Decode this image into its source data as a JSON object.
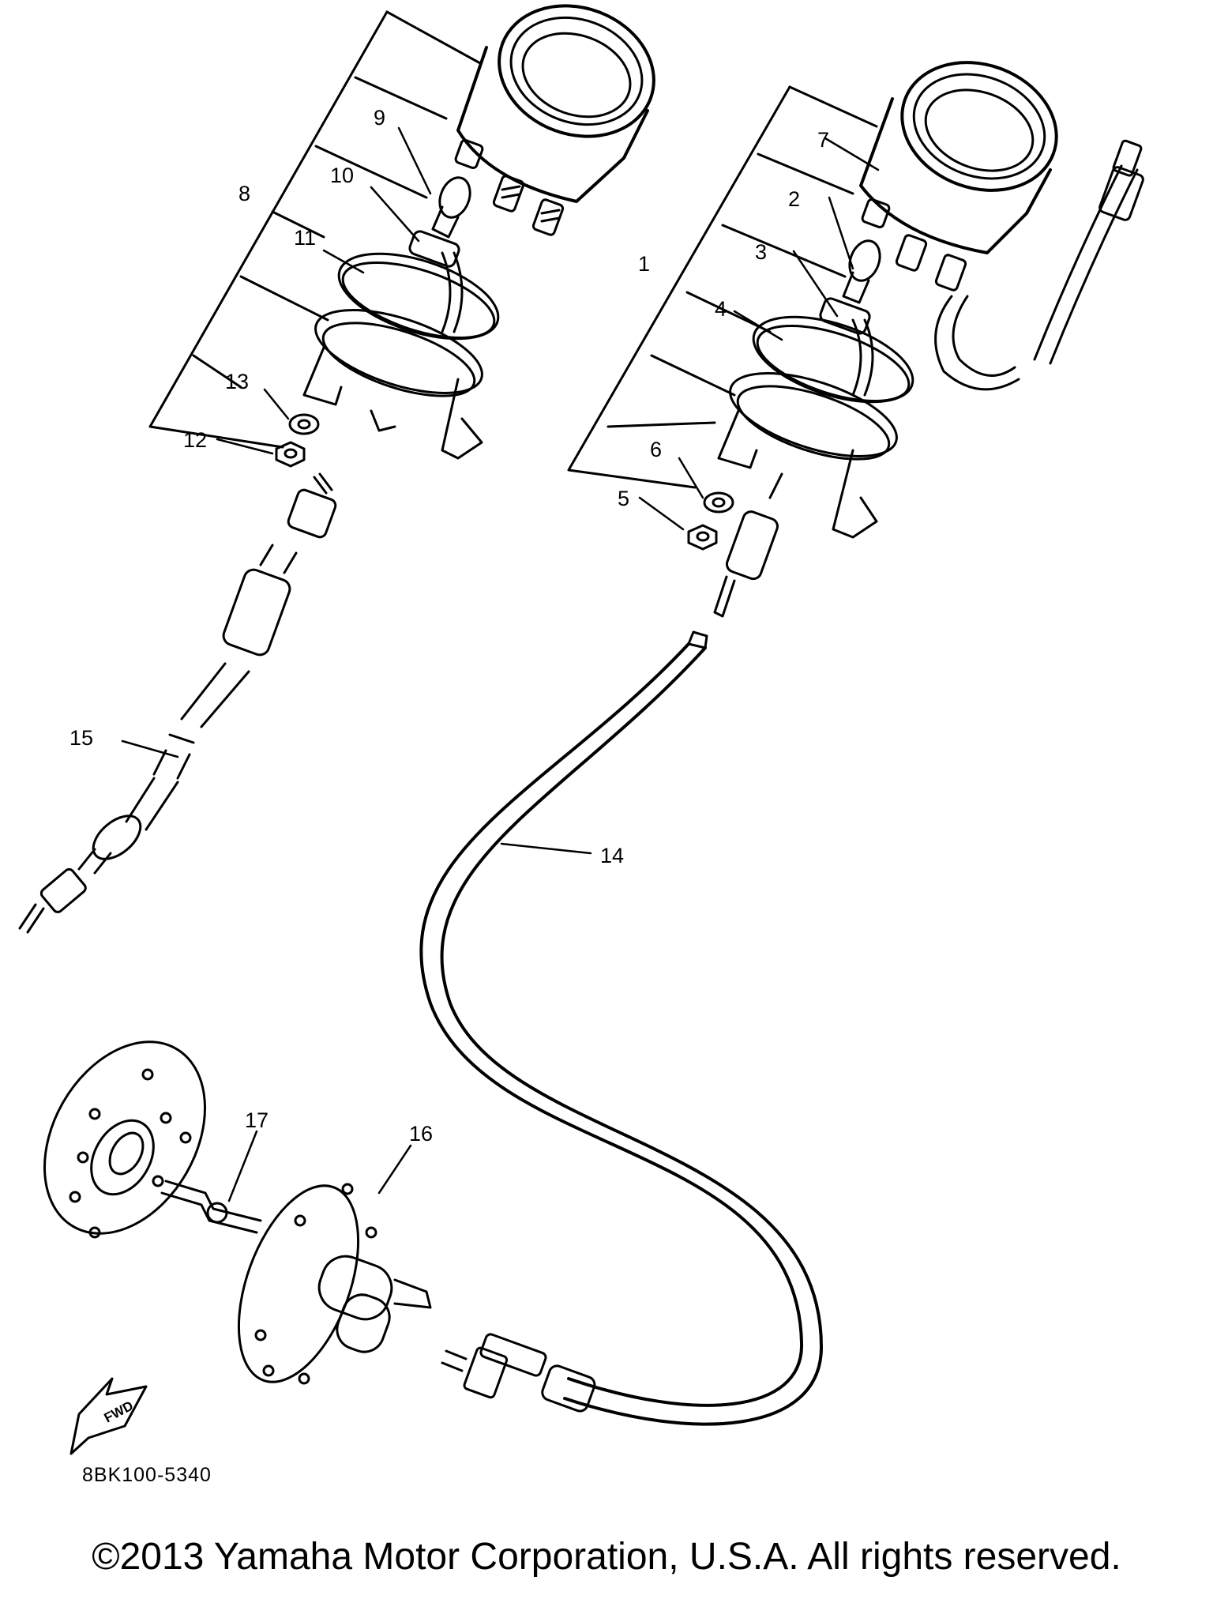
{
  "diagram": {
    "callouts": [
      {
        "id": "1",
        "label": "1"
      },
      {
        "id": "2",
        "label": "2"
      },
      {
        "id": "3",
        "label": "3"
      },
      {
        "id": "4",
        "label": "4"
      },
      {
        "id": "5",
        "label": "5"
      },
      {
        "id": "6",
        "label": "6"
      },
      {
        "id": "7",
        "label": "7"
      },
      {
        "id": "8",
        "label": "8"
      },
      {
        "id": "9",
        "label": "9"
      },
      {
        "id": "10",
        "label": "10"
      },
      {
        "id": "11",
        "label": "11"
      },
      {
        "id": "12",
        "label": "12"
      },
      {
        "id": "13",
        "label": "13"
      },
      {
        "id": "14",
        "label": "14"
      },
      {
        "id": "15",
        "label": "15"
      },
      {
        "id": "16",
        "label": "16"
      },
      {
        "id": "17",
        "label": "17"
      }
    ],
    "direction_marker": "FWD",
    "part_code": "8BK100-5340"
  },
  "footer": {
    "copyright": "©2013 Yamaha Motor Corporation, U.S.A. All rights reserved."
  }
}
